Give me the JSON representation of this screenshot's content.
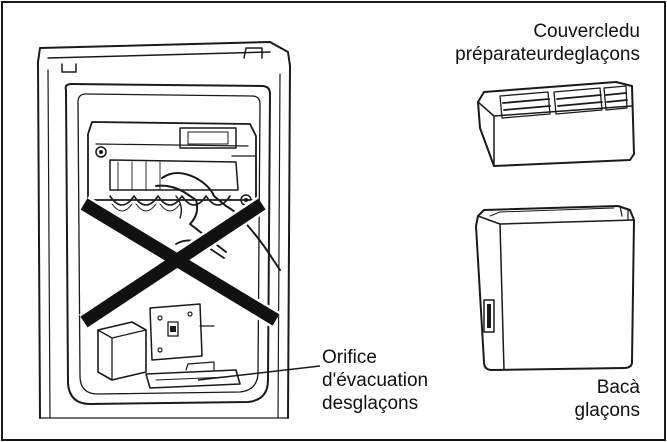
{
  "labels": {
    "cover": [
      "Couvercledu",
      "préparateurdeglaçons"
    ],
    "orifice": [
      "Orifice",
      "d'évacuation",
      "desglaçons"
    ],
    "bin": [
      "Bacà",
      "glaçons"
    ]
  },
  "colors": {
    "line": "#1a1a1a",
    "cross": "#111111",
    "background": "#ffffff"
  }
}
